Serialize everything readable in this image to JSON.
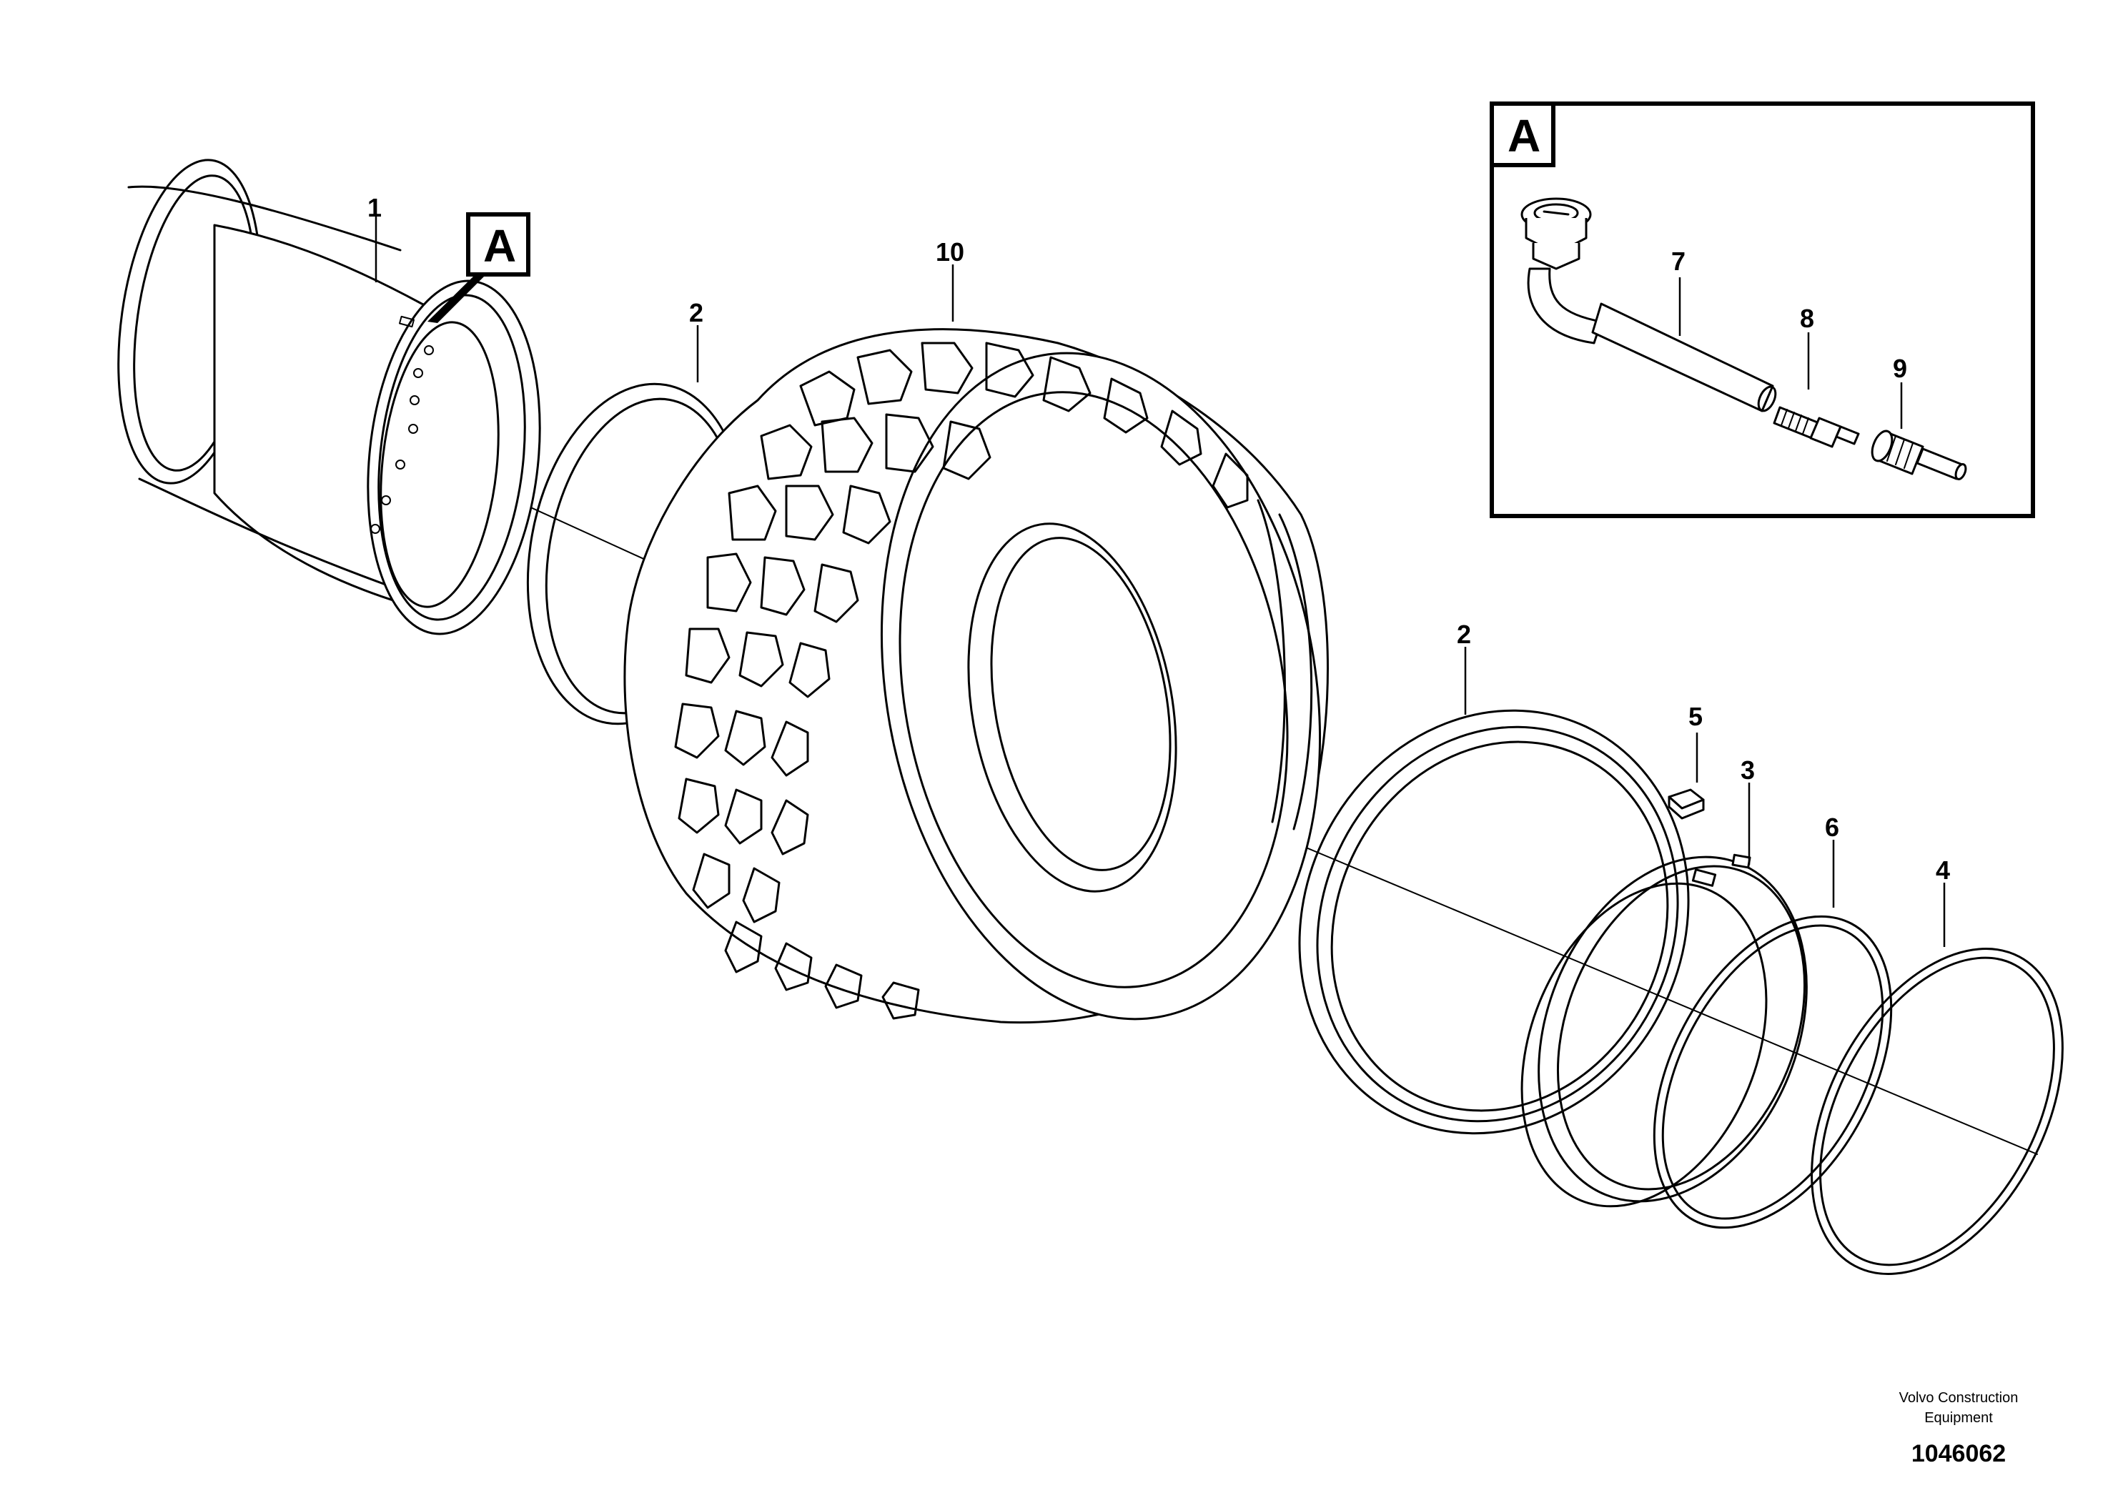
{
  "callouts": {
    "c1": "1",
    "c2a": "2",
    "c2b": "2",
    "c3": "3",
    "c4": "4",
    "c5": "5",
    "c6": "6",
    "c7": "7",
    "c8": "8",
    "c9": "9",
    "c10": "10"
  },
  "detail_ref": {
    "marker_on_rim": "A",
    "inset_label": "A"
  },
  "footer": {
    "maker_line1": "Volvo Construction",
    "maker_line2": "Equipment",
    "drawing_number": "1046062"
  }
}
